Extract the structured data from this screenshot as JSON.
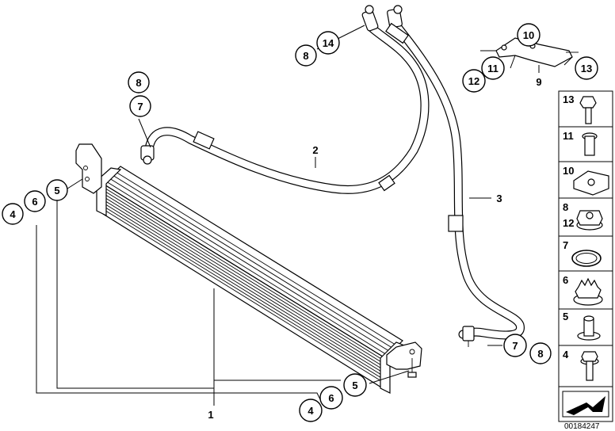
{
  "callouts": {
    "c_8_top": "8",
    "c_14": "14",
    "c_10": "10",
    "c_11": "11",
    "c_12": "12",
    "c_13": "13",
    "c_8_left": "8",
    "c_7_left": "7",
    "c_4_left": "4",
    "c_6_left": "6",
    "c_5_left": "5",
    "c_7_right": "7",
    "c_8_right": "8",
    "c_5_bottom": "5",
    "c_6_bottom": "6",
    "c_4_bottom": "4"
  },
  "labels": {
    "l_1": "1",
    "l_2": "2",
    "l_3": "3",
    "l_9": "9"
  },
  "legend": [
    "13",
    "11",
    "10",
    "8",
    "12",
    "7",
    "6",
    "5",
    "4"
  ],
  "document_number": "00184247"
}
